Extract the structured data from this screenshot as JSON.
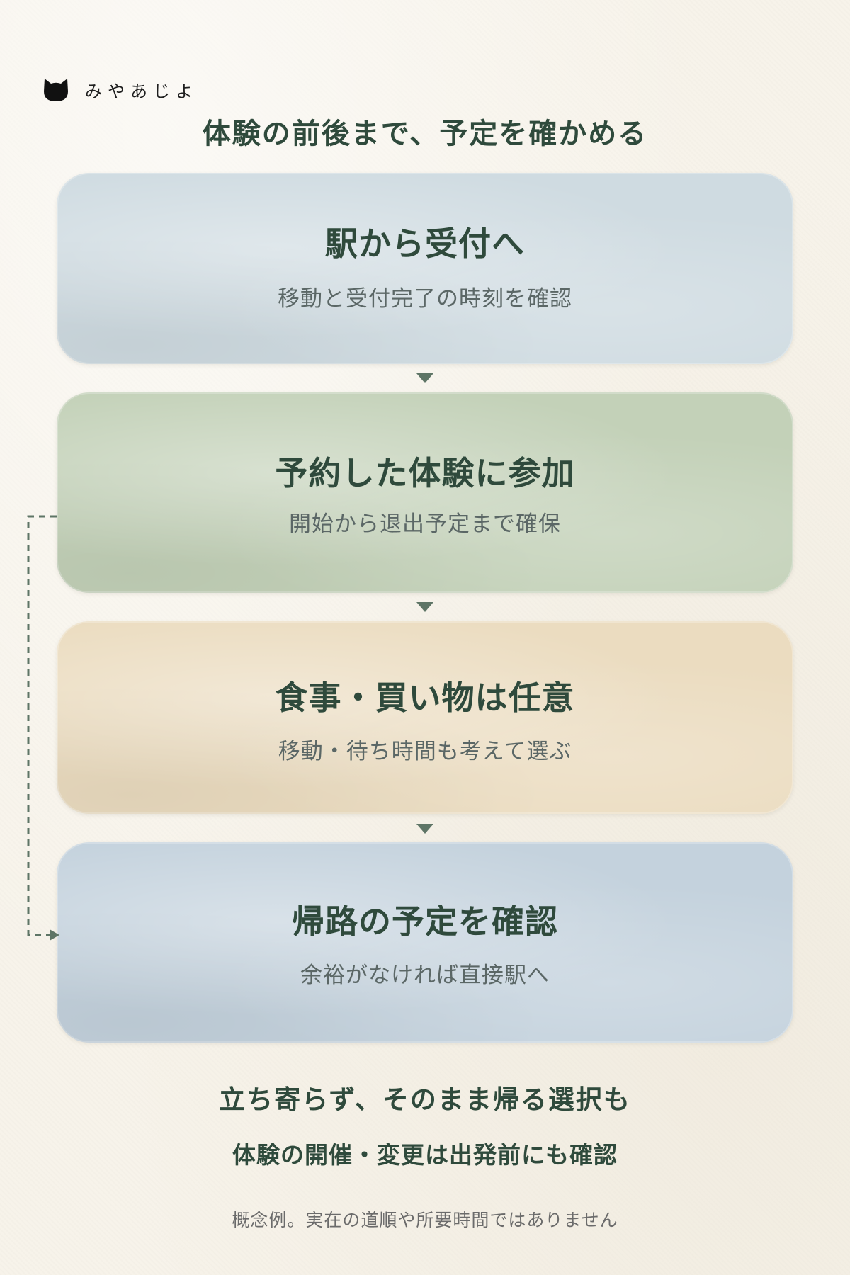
{
  "brand": {
    "name": "みやあじよ",
    "icon": "cat-icon"
  },
  "title": "体験の前後まで、予定を確かめる",
  "steps": [
    {
      "title": "駅から受付へ",
      "subtitle": "移動と受付完了の時刻を確認",
      "color": "#cfdbe1"
    },
    {
      "title": "予約した体験に参加",
      "subtitle": "開始から退出予定まで確保",
      "color": "#c3d1b8"
    },
    {
      "title": "食事・買い物は任意",
      "subtitle": "移動・待ち時間も考えて選ぶ",
      "color": "#ebdcc0"
    },
    {
      "title": "帰路の予定を確認",
      "subtitle": "余裕がなければ直接駅へ",
      "color": "#c4d2dd"
    }
  ],
  "notes": [
    "立ち寄らず、そのまま帰る選択も",
    "体験の開催・変更は出発前にも確認"
  ],
  "disclaimer": "概念例。実在の道順や所要時間ではありません",
  "colors": {
    "background": "#f7f3ea",
    "text": "#2f4a3c",
    "arrow": "#5e7566"
  }
}
